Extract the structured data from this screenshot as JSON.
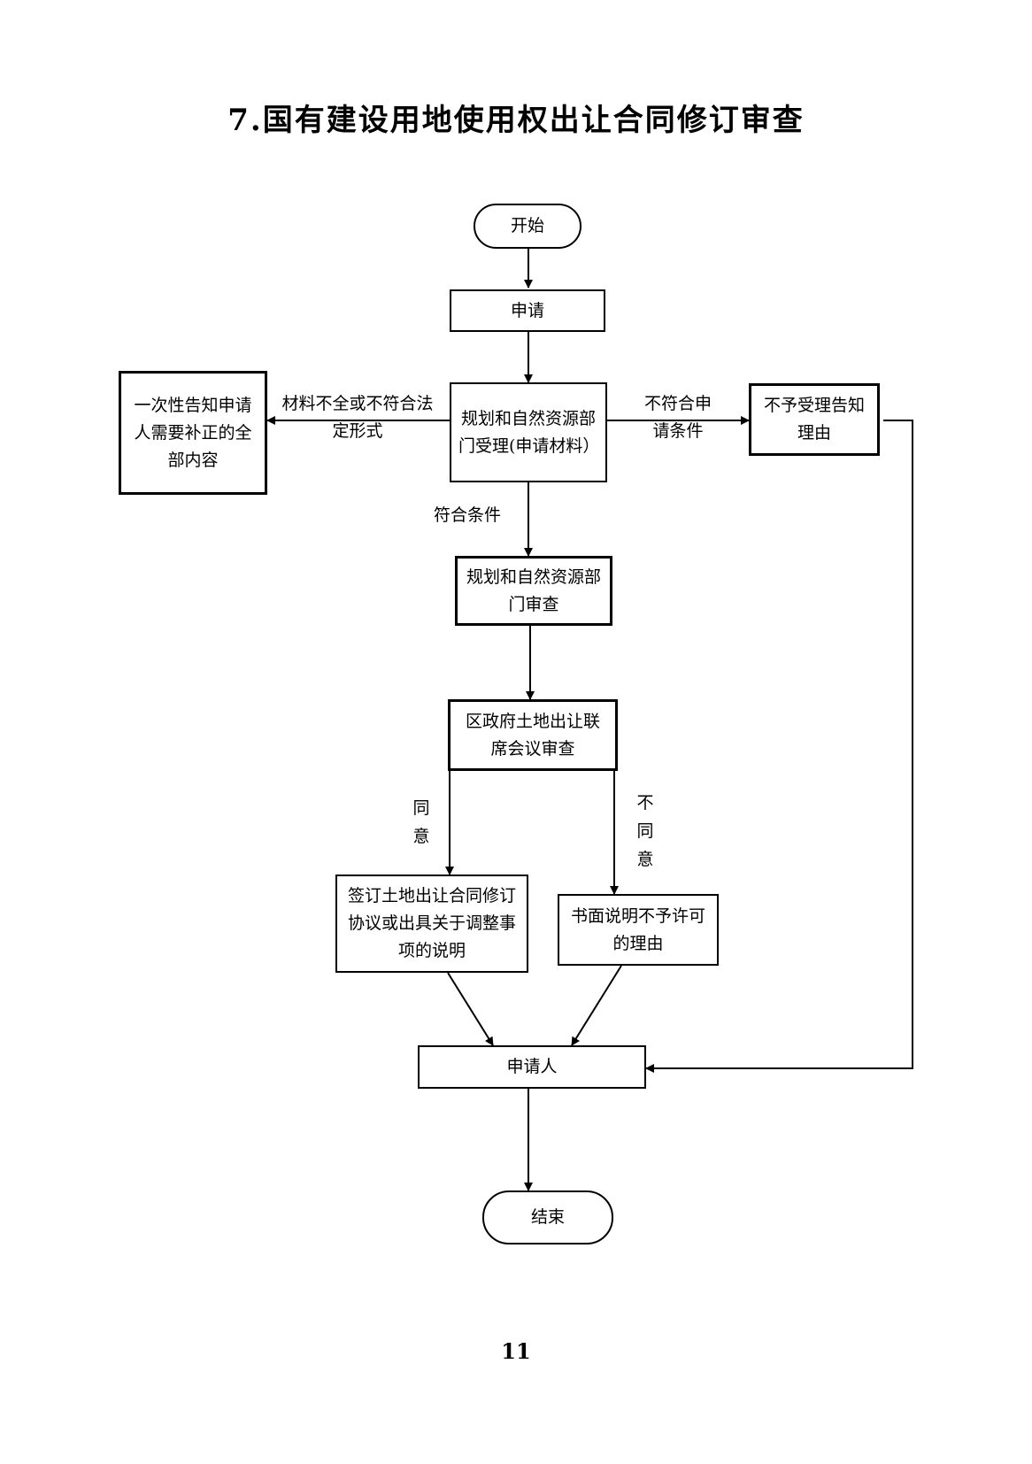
{
  "title": "7.国有建设用地使用权出让合同修订审查",
  "page_number": "11",
  "nodes": {
    "start": "开始",
    "apply": "申请",
    "accept": "规划和自然资源部门受理(申请材料）",
    "notify": "一次性告知申请人需要补正的全部内容",
    "reject": "不予受理告知理由",
    "review": "规划和自然资源部门审查",
    "meeting": "区政府土地出让联席会议审查",
    "sign": "签订土地出让合同修订协议或出具关于调整事项的说明",
    "written": "书面说明不予许可的理由",
    "applicant": "申请人",
    "end": "结束"
  },
  "edge_labels": {
    "incomplete": "材料不全或不符合法定形式",
    "not_meet": "不符合申请条件",
    "meet": "符合条件",
    "agree": "同意",
    "disagree": "不同意"
  }
}
